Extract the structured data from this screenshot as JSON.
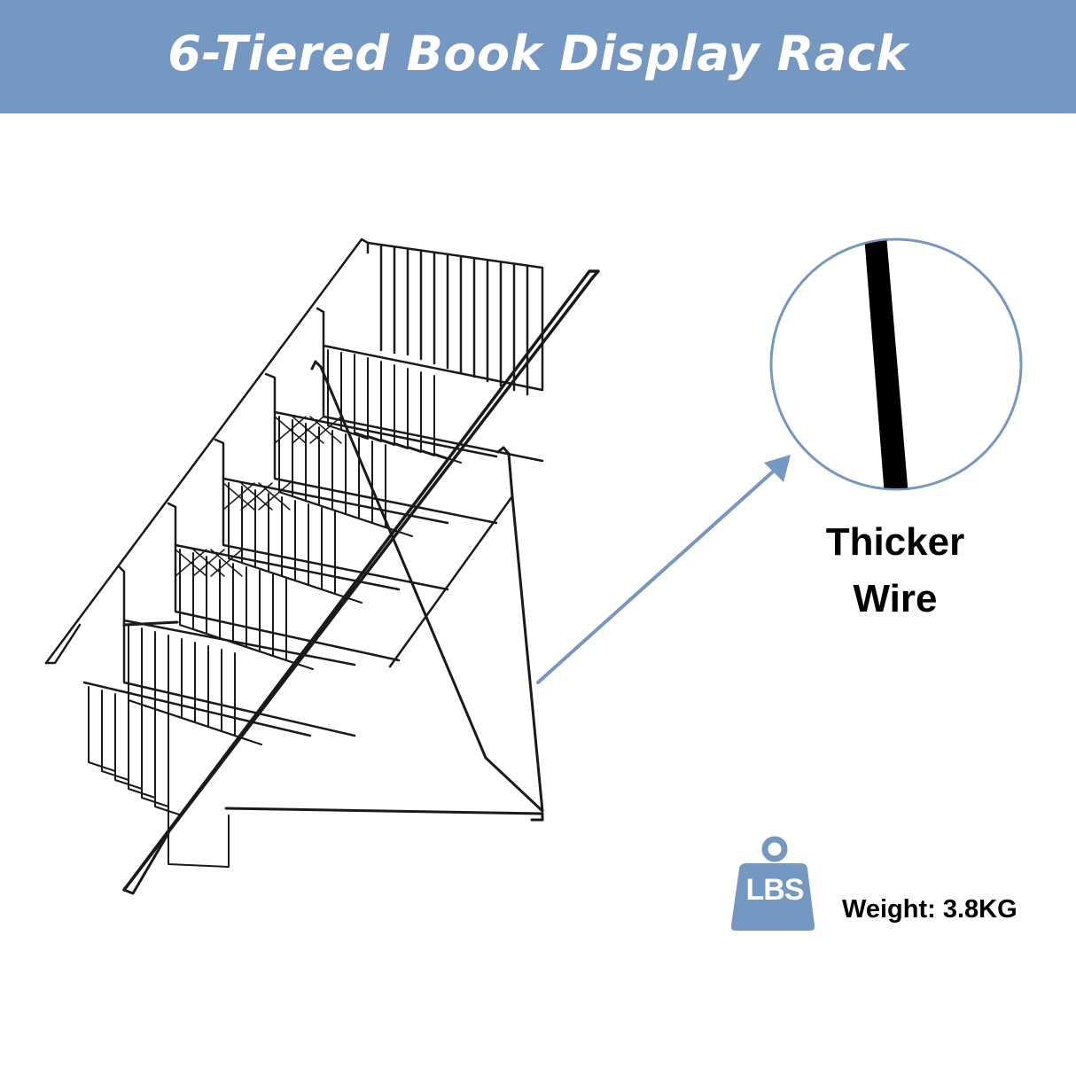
{
  "banner": {
    "title": "6-Tiered Book Display Rack",
    "background_color": "#7598c3",
    "text_color": "#ffffff"
  },
  "product": {
    "name": "6-tier wire book display rack",
    "tiers": 6,
    "wire_color": "#1a1a1a"
  },
  "callout": {
    "label_line1": "Thicker",
    "label_line2": "Wire",
    "circle_color": "#7598c3",
    "arrow_color": "#7598c3"
  },
  "weight": {
    "icon": "weight-icon",
    "icon_text": "LBS",
    "label": "Weight: 3.8KG",
    "icon_color": "#7598c3"
  }
}
